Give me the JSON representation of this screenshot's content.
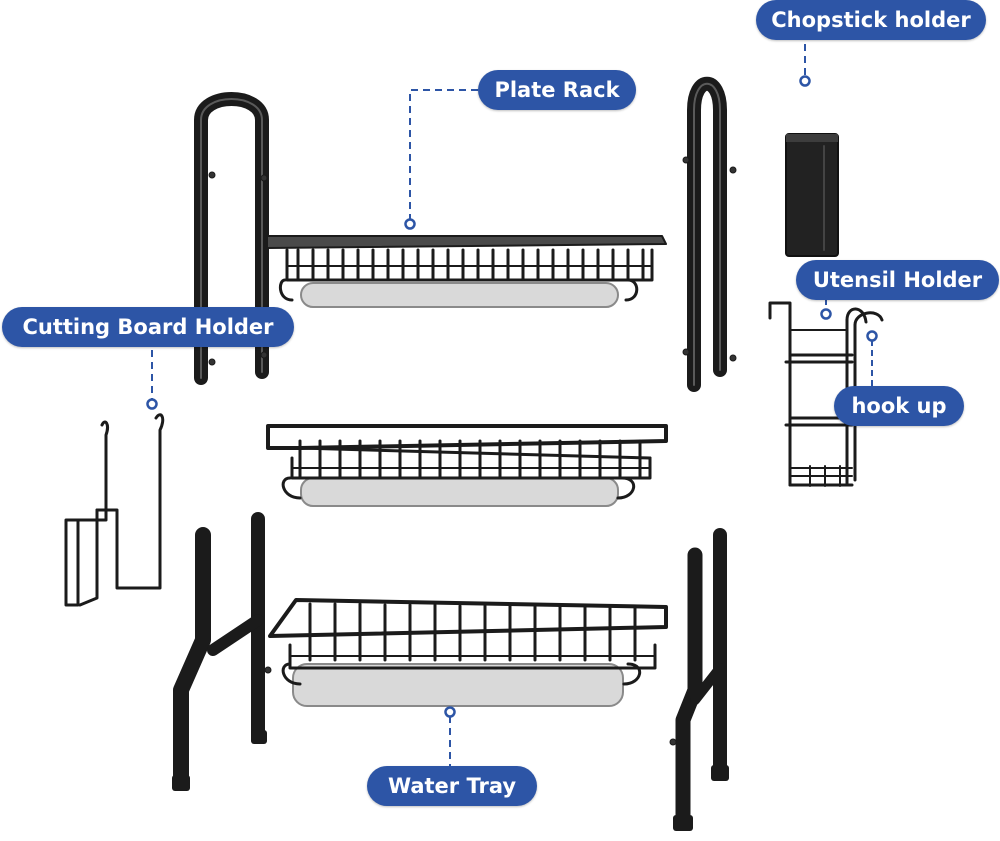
{
  "labels": {
    "plate_rack": "Plate Rack",
    "chopstick_holder": "Chopstick holder",
    "utensil_holder": "Utensil Holder",
    "cutting_board_holder": "Cutting Board Holder",
    "hook_up": "hook up",
    "water_tray": "Water Tray"
  },
  "colors": {
    "label_fill": "#2d55a6",
    "leader_line": "#2d55a6",
    "metal": "#1b1b1b",
    "tray": "#d9d9d9"
  }
}
